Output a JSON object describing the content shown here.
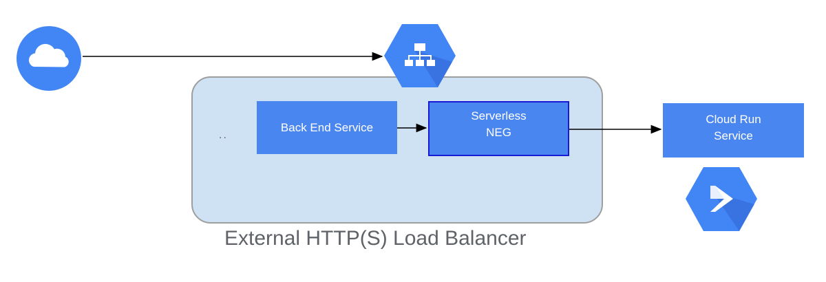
{
  "diagram": {
    "load_balancer_label": "External HTTP(S) Load Balancer",
    "ellipsis": "..",
    "backend_service": "Back End Service",
    "serverless_neg": "Serverless\nNEG",
    "cloud_run_service": "Cloud Run\nService",
    "icons": {
      "client": "cloud-icon",
      "load_balancer": "load-balancing-icon",
      "cloud_run": "cloud-run-icon"
    },
    "colors": {
      "box_fill": "#4a86f0",
      "container_fill": "#cfe2f3",
      "icon_blue": "#4285f4"
    }
  }
}
